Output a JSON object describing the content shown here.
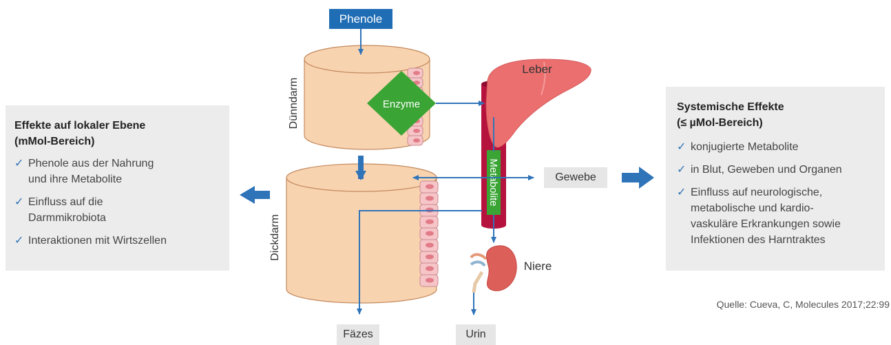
{
  "top_label": "Phenole",
  "organs": {
    "small_intestine": "Dünndarm",
    "large_intestine": "Dickdarm",
    "liver": "Leber",
    "kidney": "Niere"
  },
  "enzyme_label": "Enzyme",
  "metabolite_label": "Metabolite",
  "tissue_label": "Gewebe",
  "output_labels": {
    "feces": "Fäzes",
    "urine": "Urin"
  },
  "left_panel": {
    "title_line1": "Effekte auf lokaler Ebene",
    "title_line2": "(mMol-Bereich)",
    "items": [
      {
        "line1": "Phenole aus der Nahrung",
        "line2": "und ihre Metabolite"
      },
      {
        "line1": "Einfluss auf die",
        "line2": "Darmmikrobiota"
      },
      {
        "line1": "Interaktionen mit Wirtszellen",
        "line2": ""
      }
    ]
  },
  "right_panel": {
    "title_line1": "Systemische Effekte",
    "title_line2": "(≤ µMol-Bereich)",
    "items": [
      {
        "lines": [
          "konjugierte Metabolite"
        ]
      },
      {
        "lines": [
          "in Blut, Geweben und Organen"
        ]
      },
      {
        "lines": [
          "Einfluss auf neurologische,",
          "metabolische und kardio-",
          "vaskuläre Erkrankungen sowie",
          "Infektionen des Harntraktes"
        ]
      }
    ]
  },
  "check_symbol": "✓",
  "source": "Quelle: Cueva, C, Molecules 2017;22:99",
  "colors": {
    "arrow_blue": "#2f73b8",
    "phenole_box": "#1f6db5",
    "intestine_fill": "#f8d3b0",
    "cell_fill": "#f6c5c8",
    "enzyme_green": "#3aa535",
    "vessel_red": "#b5123e",
    "liver_pink": "#ec6f6f",
    "panel_grey": "#ececec"
  }
}
